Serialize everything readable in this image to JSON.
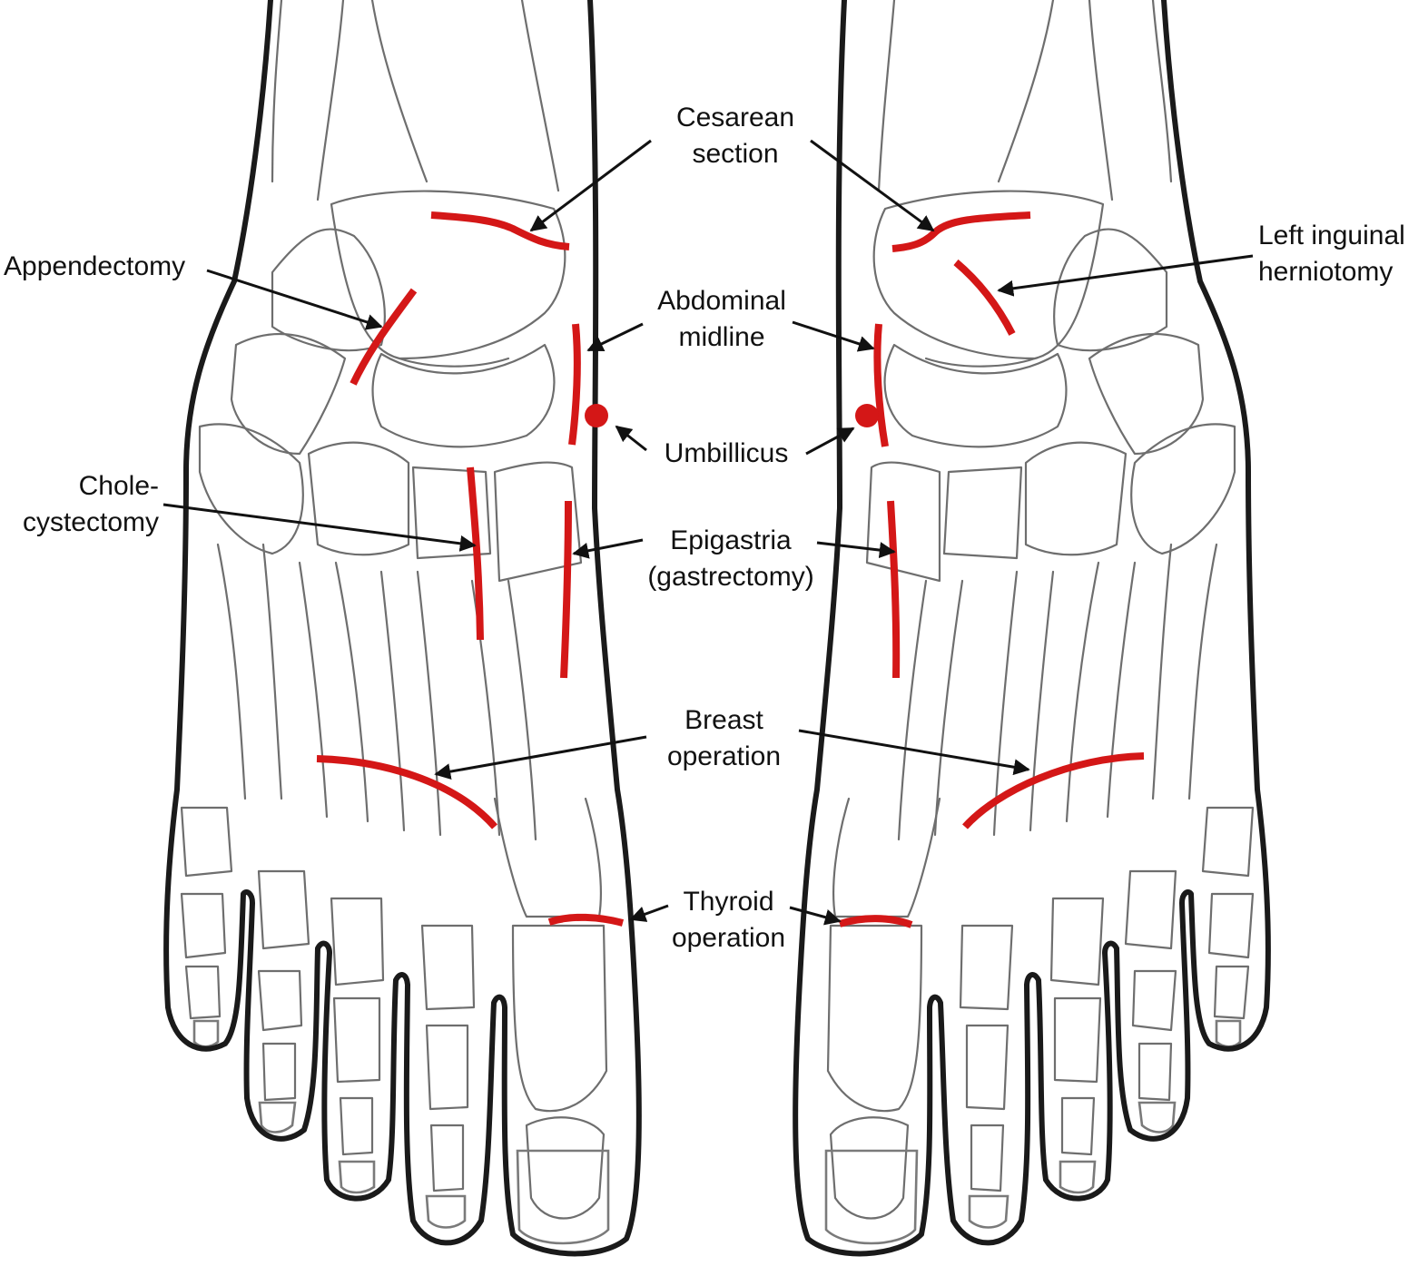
{
  "figure": {
    "background": "#ffffff",
    "outline_color": "#1a1a1a",
    "bone_color": "#6e6e6e",
    "scar_color": "#d41717",
    "label_color": "#111111"
  },
  "labels": {
    "cesarean": [
      "Cesarean",
      "section"
    ],
    "left_inguinal": [
      "Left inguinal",
      "herniotomy"
    ],
    "appendectomy": [
      "Appendectomy"
    ],
    "abdominal": [
      "Abdominal",
      "midline"
    ],
    "umbilicus": [
      "Umbillicus"
    ],
    "chole": [
      "Chole-",
      "cystectomy"
    ],
    "epigastria": [
      "Epigastria",
      "(gastrectomy)"
    ],
    "breast": [
      "Breast",
      "operation"
    ],
    "thyroid": [
      "Thyroid",
      "operation"
    ]
  }
}
